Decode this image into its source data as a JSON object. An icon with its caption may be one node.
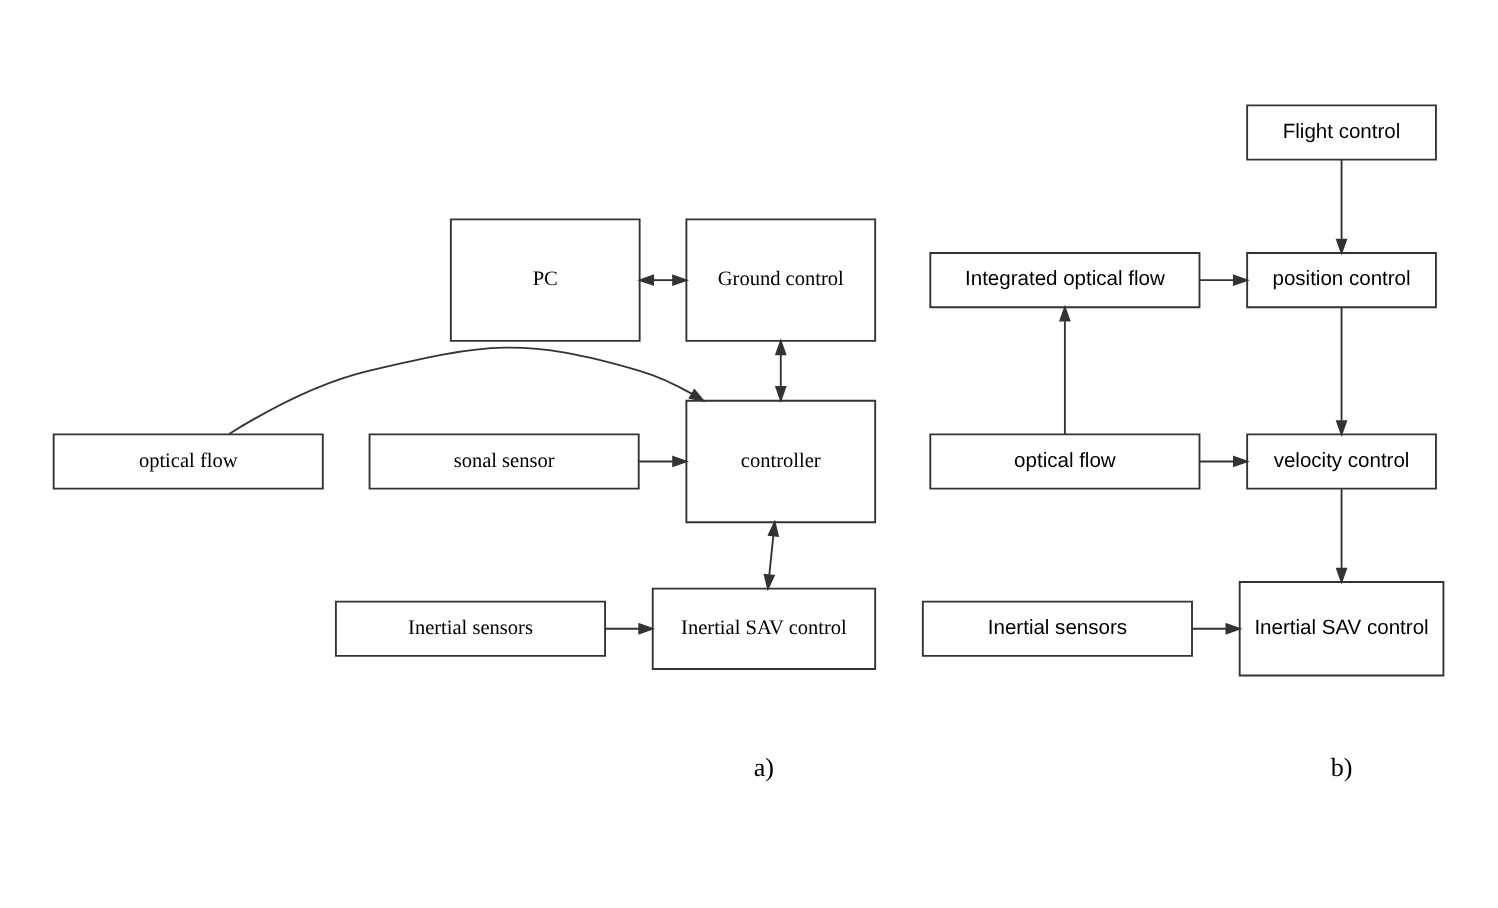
{
  "diagram": {
    "nodes": [
      {
        "text": [
          "PC"
        ]
      },
      {
        "text": [
          "Ground control"
        ]
      },
      {
        "text": [
          "sonal sensor"
        ]
      },
      {
        "text": [
          "optical flow"
        ]
      },
      {
        "text": [
          "controller"
        ]
      },
      {
        "text": [
          "Inertial sensors"
        ]
      },
      {
        "text": [
          "Inertial SAV control"
        ]
      },
      {
        "text": [
          "Flight control"
        ]
      },
      {
        "text": [
          "Integrated optical flow"
        ]
      },
      {
        "text": [
          "position control"
        ]
      },
      {
        "text": [
          "optical flow"
        ]
      },
      {
        "text": [
          "velocity control"
        ]
      },
      {
        "text": [
          "Inertial sensors"
        ]
      },
      {
        "text": [
          "Inertial SAV control"
        ]
      }
    ],
    "edges": [
      {
        "from": 0,
        "to": 1,
        "arrow": "both"
      },
      {
        "from": 1,
        "to": 4,
        "arrow": "both"
      },
      {
        "from": 2,
        "to": 4,
        "arrow": "to"
      },
      {
        "from": 3,
        "to": 4,
        "arrow": "to"
      },
      {
        "from": 4,
        "to": 6,
        "arrow": "both"
      },
      {
        "from": 5,
        "to": 6,
        "arrow": "to"
      },
      {
        "from": 7,
        "to": 9,
        "arrow": "to"
      },
      {
        "from": 8,
        "to": 9,
        "arrow": "to"
      },
      {
        "from": 10,
        "to": 8,
        "arrow": "to"
      },
      {
        "from": 10,
        "to": 11,
        "arrow": "to"
      },
      {
        "from": 9,
        "to": 11,
        "arrow": "to"
      },
      {
        "from": 11,
        "to": 13,
        "arrow": "to"
      },
      {
        "from": 12,
        "to": 13,
        "arrow": "to"
      }
    ],
    "labels": [
      "a)",
      "b)"
    ]
  }
}
